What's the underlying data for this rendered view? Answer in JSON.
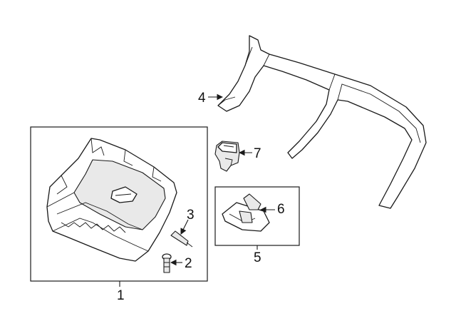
{
  "callouts": [
    {
      "id": "1",
      "text": "1"
    },
    {
      "id": "2",
      "text": "2"
    },
    {
      "id": "3",
      "text": "3"
    },
    {
      "id": "4",
      "text": "4"
    },
    {
      "id": "5",
      "text": "5"
    },
    {
      "id": "6",
      "text": "6"
    },
    {
      "id": "7",
      "text": "7"
    }
  ],
  "colors": {
    "line": "#1a1a1a",
    "background": "#ffffff"
  },
  "parts": [
    {
      "callout": "1",
      "shape": "glove-box-assembly"
    },
    {
      "callout": "2",
      "shape": "bolt"
    },
    {
      "callout": "3",
      "shape": "damper-pin"
    },
    {
      "callout": "4",
      "shape": "instrument-panel-frame"
    },
    {
      "callout": "5",
      "shape": "lamp-assembly"
    },
    {
      "callout": "6",
      "shape": "bulb"
    },
    {
      "callout": "7",
      "shape": "switch"
    }
  ]
}
